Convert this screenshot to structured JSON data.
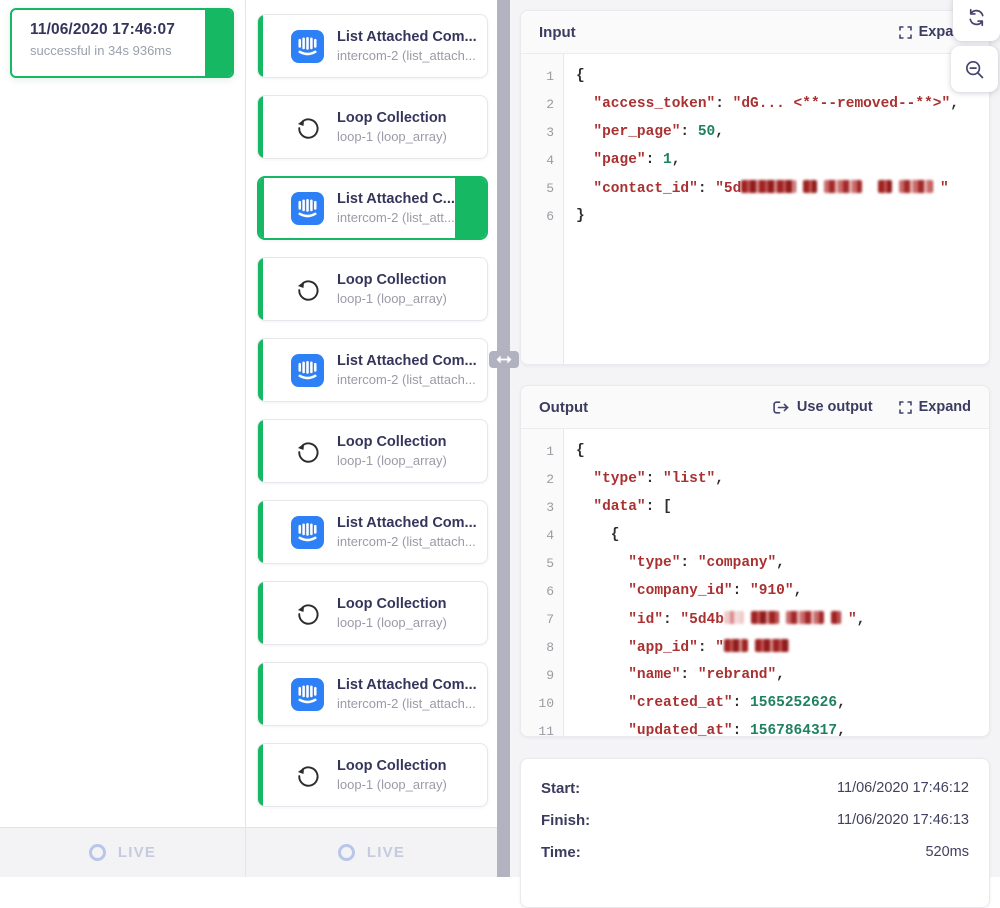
{
  "colors": {
    "accent_green": "#17b864",
    "intercom_blue": "#2e80f7",
    "code_string": "#a93131",
    "code_number": "#1f8160",
    "divider_gray": "#b2b2c0",
    "live_blue": "#a9bbe6"
  },
  "icons": {
    "step_intercom": "intercom-logo",
    "step_loop": "loop-circular-arrow",
    "expand": "expand-corner-brackets",
    "use_output": "bracket-arrow-right",
    "refresh": "refresh-circular-arrows",
    "zoom_out": "magnifier-minus",
    "live": "circle-ring",
    "resize_handle": "horizontal-double-arrow"
  },
  "runs_panel": {
    "run": {
      "title": "11/06/2020 17:46:07",
      "subtitle": "successful in 34s 936ms"
    },
    "live_label": "LIVE"
  },
  "steps_panel": {
    "live_label": "LIVE",
    "steps": [
      {
        "type": "intercom",
        "selected": false,
        "title": "List Attached Com...",
        "subtitle": "intercom-2 (list_attach..."
      },
      {
        "type": "loop",
        "selected": false,
        "title": "Loop Collection",
        "subtitle": "loop-1 (loop_array)"
      },
      {
        "type": "intercom",
        "selected": true,
        "title": "List Attached C...",
        "subtitle": "intercom-2 (list_att..."
      },
      {
        "type": "loop",
        "selected": false,
        "title": "Loop Collection",
        "subtitle": "loop-1 (loop_array)"
      },
      {
        "type": "intercom",
        "selected": false,
        "title": "List Attached Com...",
        "subtitle": "intercom-2 (list_attach..."
      },
      {
        "type": "loop",
        "selected": false,
        "title": "Loop Collection",
        "subtitle": "loop-1 (loop_array)"
      },
      {
        "type": "intercom",
        "selected": false,
        "title": "List Attached Com...",
        "subtitle": "intercom-2 (list_attach..."
      },
      {
        "type": "loop",
        "selected": false,
        "title": "Loop Collection",
        "subtitle": "loop-1 (loop_array)"
      },
      {
        "type": "intercom",
        "selected": false,
        "title": "List Attached Com...",
        "subtitle": "intercom-2 (list_attach..."
      },
      {
        "type": "loop",
        "selected": false,
        "title": "Loop Collection",
        "subtitle": "loop-1 (loop_array)"
      }
    ]
  },
  "input_panel": {
    "title": "Input",
    "expand_label": "Expand",
    "code": [
      {
        "n": "1",
        "segs": [
          [
            "p",
            "{"
          ]
        ]
      },
      {
        "n": "2",
        "segs": [
          [
            "s",
            "  \"access_token\""
          ],
          [
            "p",
            ": "
          ],
          [
            "s",
            "\"dG... <**--removed--**>\""
          ],
          [
            "p",
            ","
          ]
        ]
      },
      {
        "n": "3",
        "segs": [
          [
            "s",
            "  \"per_page\""
          ],
          [
            "p",
            ": "
          ],
          [
            "n",
            "50"
          ],
          [
            "p",
            ","
          ]
        ]
      },
      {
        "n": "4",
        "segs": [
          [
            "s",
            "  \"page\""
          ],
          [
            "p",
            ": "
          ],
          [
            "n",
            "1"
          ],
          [
            "p",
            ","
          ]
        ]
      },
      {
        "n": "5",
        "segs": [
          [
            "s",
            "  \"contact_id\""
          ],
          [
            "p",
            ": "
          ],
          [
            "s",
            "\"5d"
          ],
          [
            "r",
            55,
            "d"
          ],
          [
            "r",
            14,
            "d"
          ],
          [
            "r",
            38,
            "m"
          ],
          [
            "p",
            " "
          ],
          [
            "r",
            14,
            "d"
          ],
          [
            "r",
            34,
            "m"
          ],
          [
            "s",
            "\""
          ]
        ]
      },
      {
        "n": "6",
        "segs": [
          [
            "p",
            "}"
          ]
        ]
      }
    ]
  },
  "output_panel": {
    "title": "Output",
    "use_output_label": "Use output",
    "expand_label": "Expand",
    "code": [
      {
        "n": "1",
        "segs": [
          [
            "p",
            "{"
          ]
        ]
      },
      {
        "n": "2",
        "segs": [
          [
            "s",
            "  \"type\""
          ],
          [
            "p",
            ": "
          ],
          [
            "s",
            "\"list\""
          ],
          [
            "p",
            ","
          ]
        ]
      },
      {
        "n": "3",
        "segs": [
          [
            "s",
            "  \"data\""
          ],
          [
            "p",
            ": ["
          ]
        ]
      },
      {
        "n": "4",
        "segs": [
          [
            "p",
            "    {"
          ]
        ]
      },
      {
        "n": "5",
        "segs": [
          [
            "s",
            "      \"type\""
          ],
          [
            "p",
            ": "
          ],
          [
            "s",
            "\"company\""
          ],
          [
            "p",
            ","
          ]
        ]
      },
      {
        "n": "6",
        "segs": [
          [
            "s",
            "      \"company_id\""
          ],
          [
            "p",
            ": "
          ],
          [
            "s",
            "\"910\""
          ],
          [
            "p",
            ","
          ]
        ]
      },
      {
        "n": "7",
        "segs": [
          [
            "s",
            "      \"id\""
          ],
          [
            "p",
            ": "
          ],
          [
            "s",
            "\"5d4b"
          ],
          [
            "r",
            20,
            "l"
          ],
          [
            "r",
            28,
            "d"
          ],
          [
            "r",
            38,
            "m"
          ],
          [
            "r",
            10,
            "d"
          ],
          [
            "s",
            "\""
          ],
          [
            "p",
            ","
          ]
        ]
      },
      {
        "n": "8",
        "segs": [
          [
            "s",
            "      \"app_id\""
          ],
          [
            "p",
            ": "
          ],
          [
            "s",
            "\""
          ],
          [
            "r",
            24,
            "d"
          ],
          [
            "r",
            34,
            "d"
          ]
        ]
      },
      {
        "n": "9",
        "segs": [
          [
            "s",
            "      \"name\""
          ],
          [
            "p",
            ": "
          ],
          [
            "s",
            "\"rebrand\""
          ],
          [
            "p",
            ","
          ]
        ]
      },
      {
        "n": "10",
        "segs": [
          [
            "s",
            "      \"created_at\""
          ],
          [
            "p",
            ": "
          ],
          [
            "n",
            "1565252626"
          ],
          [
            "p",
            ","
          ]
        ]
      },
      {
        "n": "11",
        "segs": [
          [
            "s",
            "      \"updated_at\""
          ],
          [
            "p",
            ": "
          ],
          [
            "n",
            "1567864317"
          ],
          [
            "p",
            ","
          ]
        ]
      }
    ]
  },
  "meta_panel": {
    "rows": [
      {
        "label": "Start:",
        "value": "11/06/2020 17:46:12"
      },
      {
        "label": "Finish:",
        "value": "11/06/2020 17:46:13"
      },
      {
        "label": "Time:",
        "value": "520ms"
      }
    ]
  }
}
